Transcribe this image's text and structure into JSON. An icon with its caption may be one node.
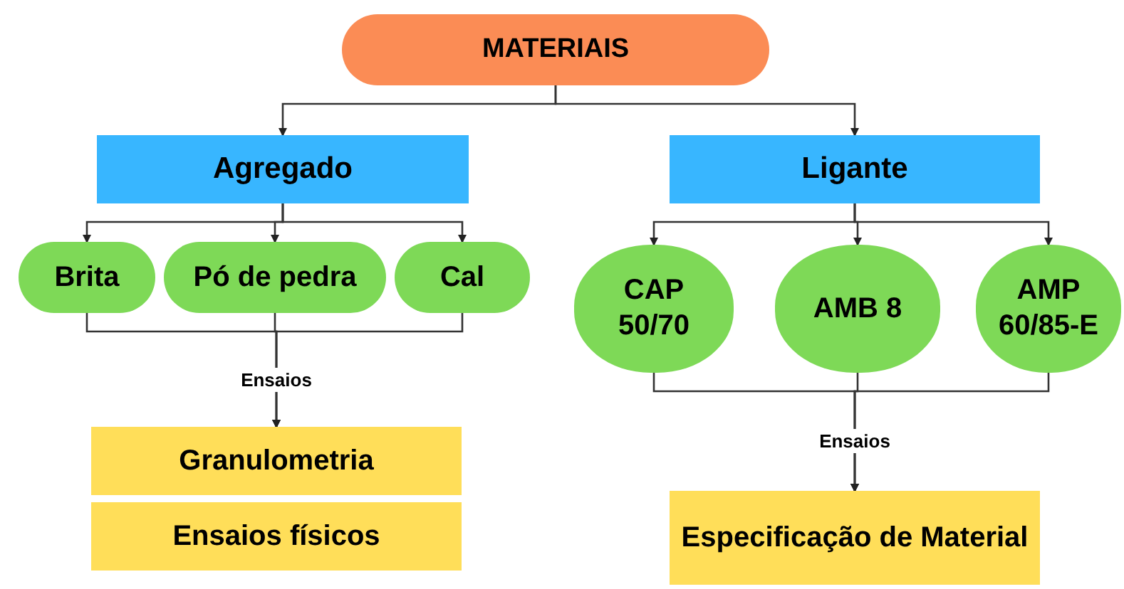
{
  "diagram": {
    "nodes": [
      {
        "text": [
          "MATERIAIS"
        ]
      },
      {
        "text": [
          "Agregado"
        ]
      },
      {
        "text": [
          "Ligante"
        ]
      },
      {
        "text": [
          "Brita"
        ]
      },
      {
        "text": [
          "Pó de pedra"
        ]
      },
      {
        "text": [
          "Cal"
        ]
      },
      {
        "text": [
          "CAP 50/70"
        ]
      },
      {
        "text": [
          "AMB 8"
        ]
      },
      {
        "text": [
          "AMP 60/85-E"
        ]
      },
      {
        "text": [
          "Granulometria"
        ]
      },
      {
        "text": [
          "Ensaios físicos"
        ]
      },
      {
        "text": [
          "Especificação de Material"
        ]
      }
    ],
    "edges": [
      {
        "from": 0,
        "to": 1,
        "arrow": "to"
      },
      {
        "from": 0,
        "to": 2,
        "arrow": "to"
      },
      {
        "from": 1,
        "to": 3,
        "arrow": "to"
      },
      {
        "from": 1,
        "to": 4,
        "arrow": "to"
      },
      {
        "from": 1,
        "to": 5,
        "arrow": "to"
      },
      {
        "from": 2,
        "to": 6,
        "arrow": "to"
      },
      {
        "from": 2,
        "to": 7,
        "arrow": "to"
      },
      {
        "from": 2,
        "to": 8,
        "arrow": "to"
      },
      {
        "from": 3,
        "to": 9,
        "arrow": "to"
      },
      {
        "from": 4,
        "to": 9,
        "arrow": "to",
        "label": "Ensaios"
      },
      {
        "from": 5,
        "to": 9,
        "arrow": "to"
      },
      {
        "from": 6,
        "to": 11,
        "arrow": "to"
      },
      {
        "from": 7,
        "to": 11,
        "arrow": "to",
        "label": "Ensaios"
      },
      {
        "from": 8,
        "to": 11,
        "arrow": "to"
      }
    ]
  }
}
